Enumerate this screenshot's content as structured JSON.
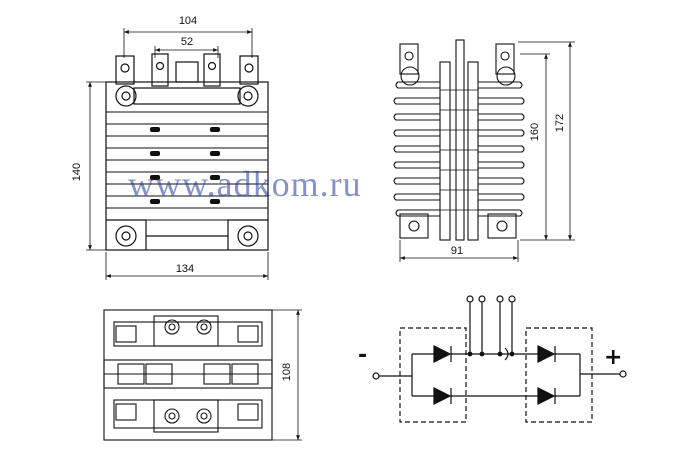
{
  "dimensions": {
    "front_width_outer": "104",
    "front_width_inner": "52",
    "front_height": "140",
    "front_base_width": "134",
    "side_height_inner": "160",
    "side_height_outer": "172",
    "side_width": "91",
    "bottom_height": "108"
  },
  "schematic": {
    "minus_label": "-",
    "plus_label": "+"
  },
  "watermark": "www.adkom.ru",
  "colors": {
    "line": "#111111",
    "watermark": "#1f3a9a"
  }
}
